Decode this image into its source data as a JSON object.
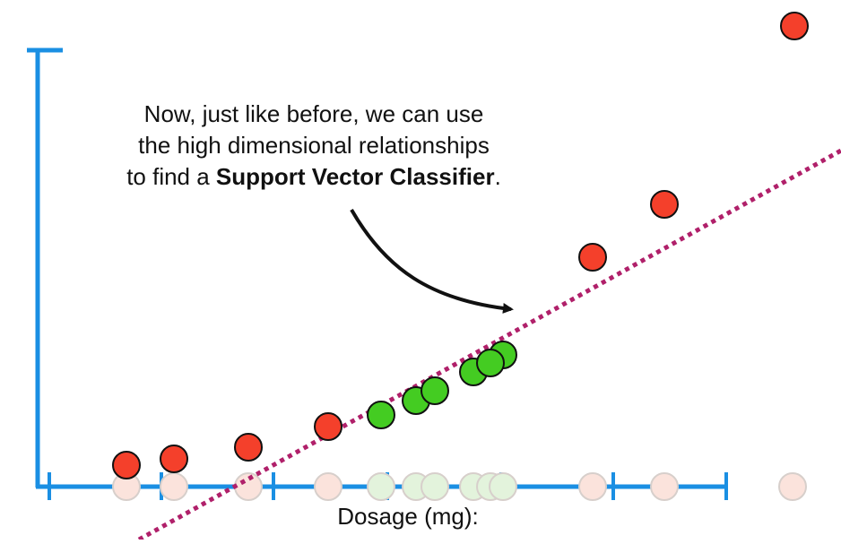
{
  "annotation": {
    "line1": "Now, just like before, we can use",
    "line2": "the high dimensional relationships",
    "line3_prefix": "to find a ",
    "line3_bold": "Support Vector Classifier",
    "line3_suffix": "."
  },
  "xlabel": "Dosage (mg):",
  "colors": {
    "axis": "#1a8fe3",
    "red_fill": "#f4402b",
    "green_fill": "#44cc22",
    "red_faded": "#fbe3dc",
    "green_faded": "#e3f3dc",
    "classifier": "#b0206a",
    "arrow": "#111111"
  },
  "icons": {
    "arrow": "curved-arrow-icon"
  }
}
